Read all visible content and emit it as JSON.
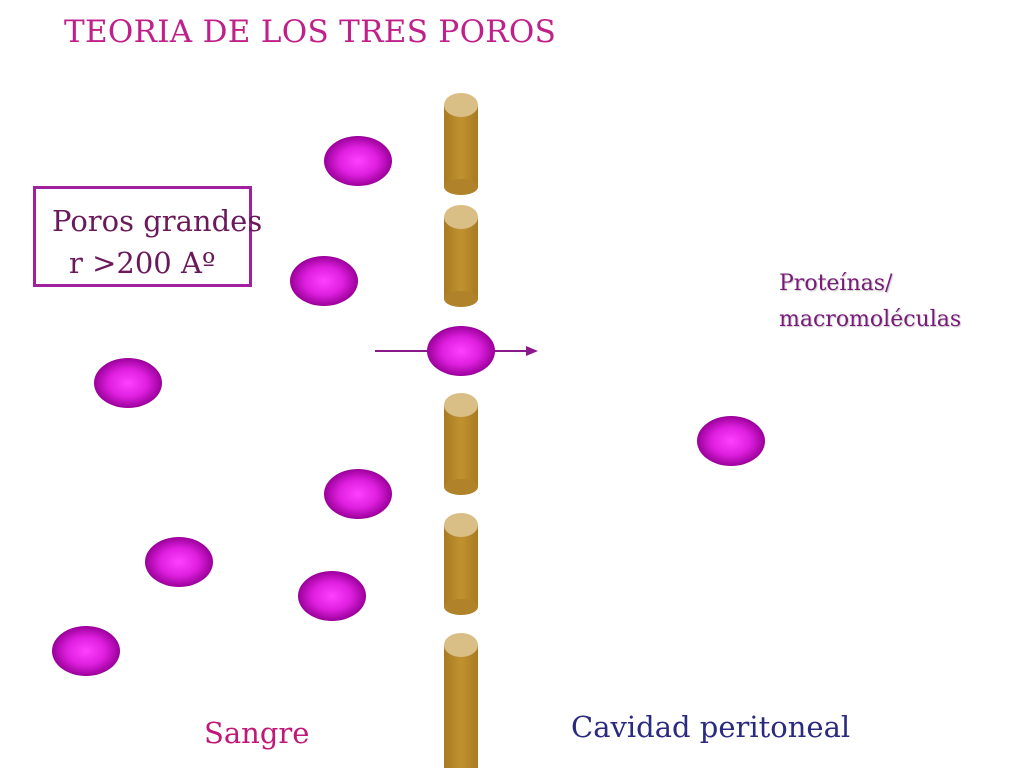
{
  "title": "TEORIA DE LOS TRES POROS",
  "pore_info": {
    "line1": "Poros grandes",
    "line2": "r >200 Aº"
  },
  "labels": {
    "proteins_line1": "Proteínas/",
    "proteins_line2": "macromoléculas",
    "blood": "Sangre",
    "cavity": "Cavidad peritoneal"
  },
  "colors": {
    "title": "#c0208a",
    "pore_text": "#6a1a5a",
    "box_border": "#a020a0",
    "proteins_text": "#7a1a7a",
    "blood_text": "#c01878",
    "cavity_text": "#2a2a80",
    "molecule_center": "#ff40ff",
    "molecule_edge": "#9a009a",
    "pillar_body": "#b88a30",
    "pillar_top": "#d9bf86",
    "arrow": "#8a1a8a"
  }
}
